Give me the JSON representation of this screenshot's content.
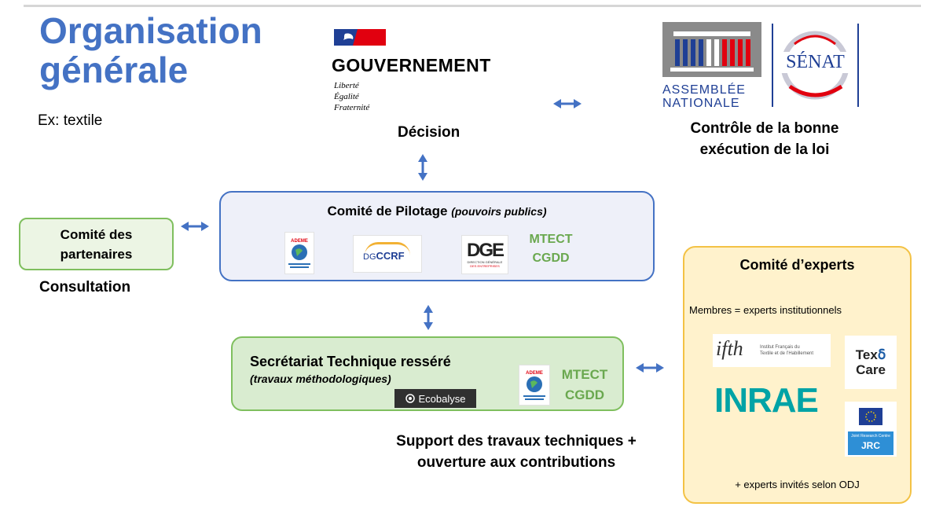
{
  "title": {
    "line1": "Organisation",
    "line2": "générale"
  },
  "subtitle": "Ex: textile",
  "gouvernement": {
    "name": "GOUVERNEMENT",
    "motto": [
      "Liberté",
      "Égalité",
      "Fraternité"
    ],
    "caption": "Décision"
  },
  "parlement": {
    "an_line1": "ASSEMBLÉE",
    "an_line2": "NATIONALE",
    "senat": "SÉNAT",
    "caption_line1": "Contrôle de la bonne",
    "caption_line2": "exécution de la loi"
  },
  "copil": {
    "title": "Comité de Pilotage",
    "title_note": "(pouvoirs publics)",
    "ademe": "ADEME",
    "dgccrf_prefix": "DG",
    "dgccrf": "CCRF",
    "dge": "DGE",
    "dge_sub1": "DIRECTION GÉNÉRALE",
    "dge_sub2": "DES ENTREPRISES",
    "mtect": "MTECT",
    "cgdd": "CGDD"
  },
  "partners": {
    "line1": "Comité des",
    "line2": "partenaires",
    "caption": "Consultation"
  },
  "secretariat": {
    "title": "Secrétariat Technique resséré",
    "subtitle": "(travaux méthodologiques)",
    "ecobalyse": "Ecobalyse",
    "ademe": "ADEME",
    "mtect": "MTECT",
    "cgdd": "CGDD",
    "caption_line1": "Support des travaux techniques +",
    "caption_line2": "ouverture aux contributions"
  },
  "experts": {
    "title": "Comité d’experts",
    "members": "Membres = experts institutionnels",
    "ifth": "ifth",
    "ifth_sub1": "Institut Français du",
    "ifth_sub2": "Textile et de l’Habillement",
    "texcare_line1": "Tex",
    "texcare_line2": "Care",
    "inrae": "INRAE",
    "jrc_sub": "Joint Research Centre",
    "jrc": "JRC",
    "invites": "+ experts invités selon ODJ"
  },
  "colors": {
    "title_blue": "#4472c4",
    "arrow_blue": "#4472c4",
    "copil_fill": "#eef0f9",
    "green_border": "#7fbf5e",
    "mtect_green": "#6aa84f",
    "experts_fill": "#fff2cc",
    "experts_border": "#f3c245",
    "inrae_teal": "#00a3a6"
  }
}
